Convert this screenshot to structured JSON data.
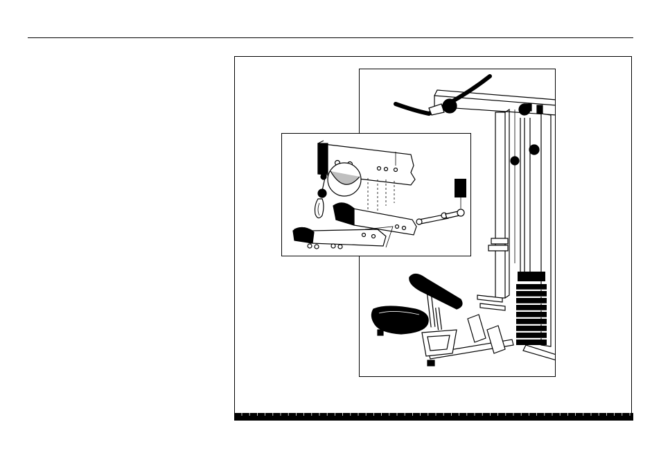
{
  "page": {
    "header_rule": true,
    "figure": {
      "main_illustration": "weight-machine-overview",
      "detail_inset": "arm-bracket-assembly-detail",
      "callout_marker": "part-callout-box",
      "bottom_ruler": "page-ruler"
    }
  },
  "colors": {
    "ink": "#000000",
    "paper": "#ffffff",
    "shade": "#bfbfbf"
  }
}
